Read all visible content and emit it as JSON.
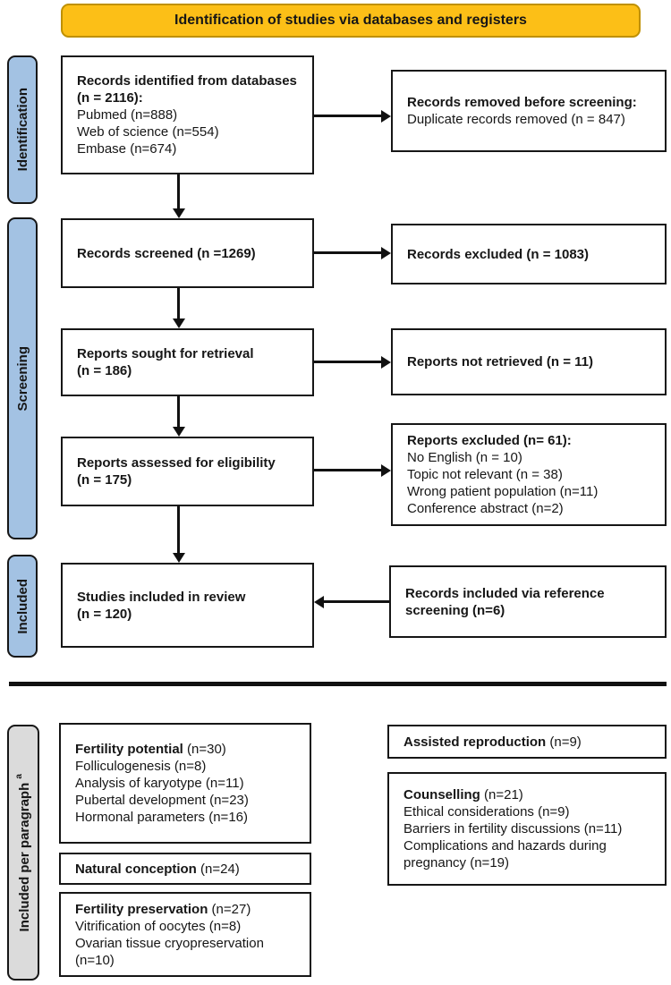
{
  "header": {
    "title": "Identification of studies via databases and registers"
  },
  "colors": {
    "banner_bg": "#FCBF17",
    "banner_border": "#BF9000",
    "sidebar_blue": "#A3C2E3",
    "sidebar_gray": "#DBDBDB",
    "line_black": "#111111"
  },
  "sidebars": {
    "identification": "Identification",
    "screening": "Screening",
    "included": "Included",
    "included_per_paragraph": "Included per paragraph ",
    "included_per_paragraph_sup": "a"
  },
  "flow": {
    "records_identified": {
      "title": "Records identified from databases (n = 2116):",
      "lines": [
        "Pubmed (n=888)",
        "Web of science (n=554)",
        "Embase (n=674)"
      ]
    },
    "records_removed": {
      "title": "Records removed before screening:",
      "lines": [
        "Duplicate records removed (n = 847)"
      ]
    },
    "records_screened": {
      "title": "Records screened (n =1269)"
    },
    "records_excluded": {
      "title": "Records excluded (n = 1083)"
    },
    "reports_sought": {
      "line1": "Reports sought for retrieval",
      "line2": "(n = 186)"
    },
    "reports_not_retrieved": {
      "title": "Reports not retrieved (n = 11)"
    },
    "reports_assessed": {
      "line1": "Reports assessed for eligibility",
      "line2": "(n = 175)"
    },
    "reports_excluded": {
      "title": "Reports excluded (n= 61):",
      "lines": [
        "No English (n = 10)",
        "Topic not relevant (n = 38)",
        "Wrong patient population (n=11)",
        "Conference abstract (n=2)"
      ]
    },
    "studies_included": {
      "line1": "Studies included in review",
      "line2": "(n = 120)"
    },
    "records_via_reference": {
      "line1": "Records included via reference",
      "line2": "screening (n=6)"
    }
  },
  "bottom": {
    "fertility_potential": {
      "bold": "Fertility potential",
      "rest": " (n=30)",
      "lines": [
        "Folliculogenesis (n=8)",
        "Analysis of karyotype (n=11)",
        "Pubertal development (n=23)",
        "Hormonal parameters (n=16)"
      ]
    },
    "natural_conception": {
      "bold": "Natural conception",
      "rest": " (n=24)"
    },
    "fertility_preservation": {
      "bold": "Fertility preservation",
      "rest": " (n=27)",
      "lines": [
        "Vitrification of oocytes (n=8)",
        "Ovarian tissue cryopreservation (n=10)"
      ]
    },
    "assisted_reproduction": {
      "bold": "Assisted reproduction",
      "rest": " (n=9)"
    },
    "counselling": {
      "bold": "Counselling",
      "rest": " (n=21)",
      "lines": [
        "Ethical considerations (n=9)",
        "Barriers in fertility discussions (n=11)",
        "Complications and hazards during pregnancy (n=19)"
      ]
    }
  }
}
